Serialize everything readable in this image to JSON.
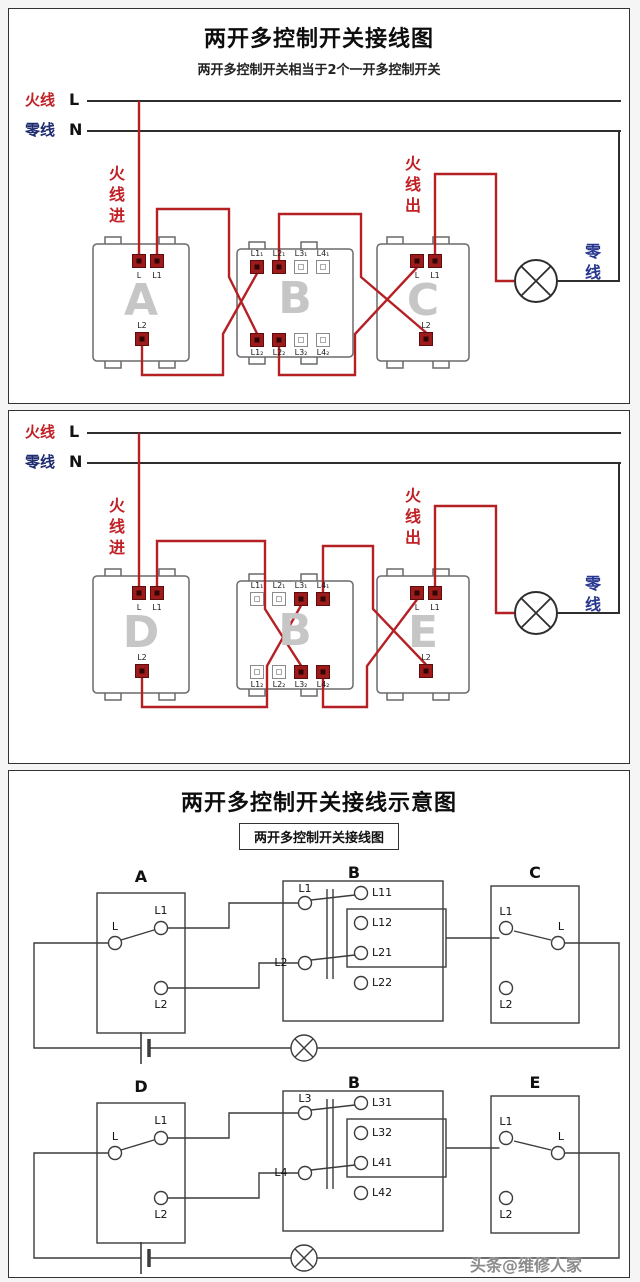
{
  "watermark": "头条@维修人家",
  "colors": {
    "live_red": "#c12126",
    "neutral_navy": "#1d2b6e",
    "wire_red": "#b52025"
  },
  "panel1": {
    "title": "两开多控制开关接线图",
    "subtitle": "两开多控制开关相当于2个一开多控制开关",
    "live_label": "火线",
    "live_letter": "L",
    "neutral_label": "零线",
    "neutral_letter": "N",
    "live_in": "火线进",
    "live_out": "火线出",
    "neutral_vertical": "零线",
    "sw_left": {
      "name": "A",
      "t1": "L",
      "t2": "L1",
      "t3": "L2"
    },
    "sw_mid": {
      "name": "B",
      "top": [
        "L1₁",
        "L2₁",
        "L3₁",
        "L4₁"
      ],
      "bottom": [
        "L1₂",
        "L2₂",
        "L3₂",
        "L4₂"
      ]
    },
    "sw_right": {
      "name": "C",
      "t1": "L",
      "t2": "L1",
      "t3": "L2"
    }
  },
  "panel2": {
    "live_label": "火线",
    "live_letter": "L",
    "neutral_label": "零线",
    "neutral_letter": "N",
    "live_in": "火线进",
    "live_out": "火线出",
    "neutral_vertical": "零线",
    "sw_left": {
      "name": "D",
      "t1": "L",
      "t2": "L1",
      "t3": "L2"
    },
    "sw_mid": {
      "name": "B",
      "top": [
        "L1₁",
        "L2₁",
        "L3₁",
        "L4₁"
      ],
      "bottom": [
        "L1₂",
        "L2₂",
        "L3₂",
        "L4₂"
      ]
    },
    "sw_right": {
      "name": "E",
      "t1": "L",
      "t2": "L1",
      "t3": "L2"
    }
  },
  "panel3": {
    "title": "两开多控制开关接线示意图",
    "subtitle": "两开多控制开关接线图",
    "d1": {
      "left": {
        "name": "A",
        "com": "L",
        "t1": "L1",
        "t2": "L2"
      },
      "mid": {
        "name": "B",
        "in1": "L1",
        "in2": "L2",
        "out": [
          "L11",
          "L12",
          "L21",
          "L22"
        ]
      },
      "right": {
        "name": "C",
        "t1": "L1",
        "com": "L",
        "t2": "L2"
      }
    },
    "d2": {
      "left": {
        "name": "D",
        "com": "L",
        "t1": "L1",
        "t2": "L2"
      },
      "mid": {
        "name": "B",
        "in1": "L3",
        "in2": "L4",
        "out": [
          "L31",
          "L32",
          "L41",
          "L42"
        ]
      },
      "right": {
        "name": "E",
        "t1": "L1",
        "com": "L",
        "t2": "L2"
      }
    }
  }
}
